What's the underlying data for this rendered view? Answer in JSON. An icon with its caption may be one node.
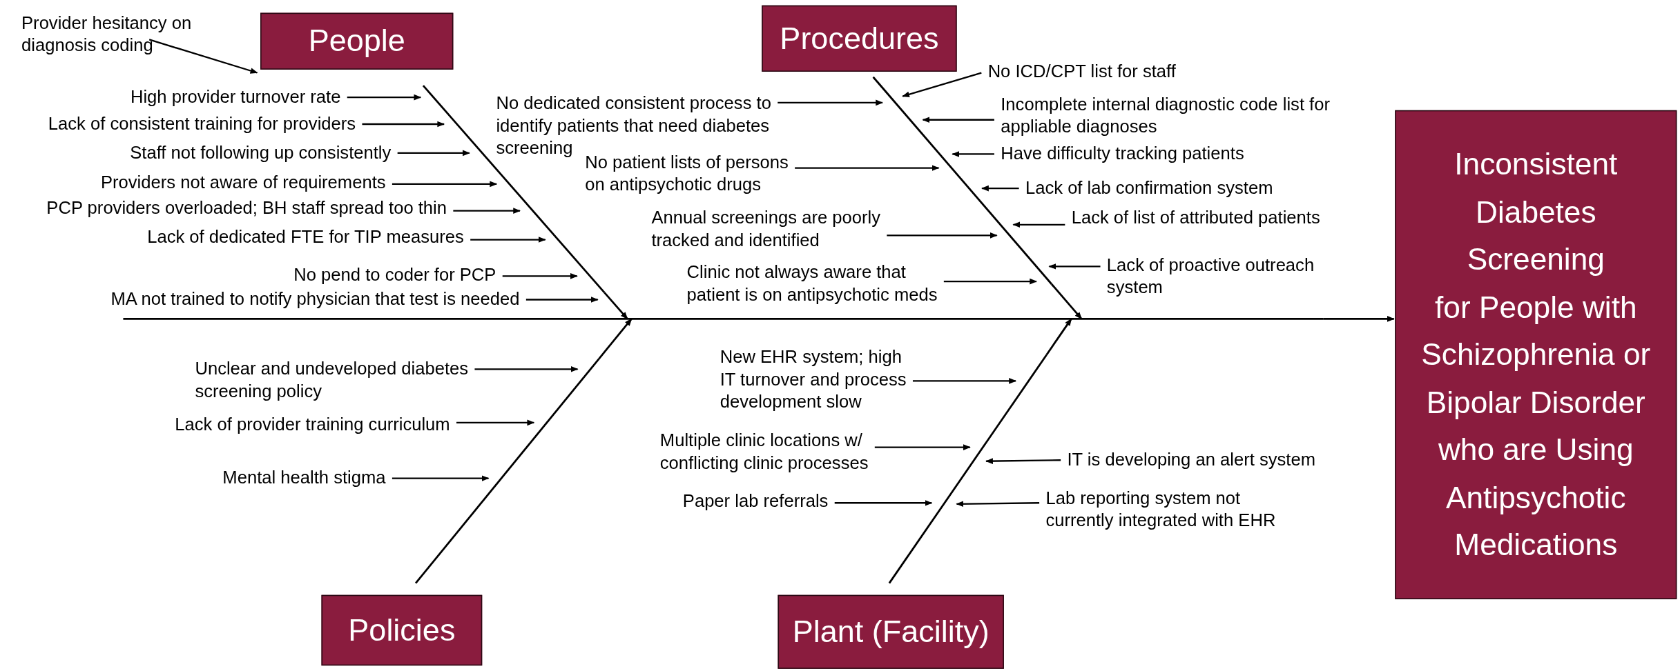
{
  "diagram": {
    "nodes": [
      {
        "text": [
          "People"
        ]
      },
      {
        "text": [
          "Provider hesitancy on diagnosis coding"
        ]
      },
      {
        "text": [
          "High provider turnover rate"
        ]
      },
      {
        "text": [
          "Lack of consistent training for providers"
        ]
      },
      {
        "text": [
          "Staff not following up consistently"
        ]
      },
      {
        "text": [
          "Providers not aware of requirements"
        ]
      },
      {
        "text": [
          "PCP providers overloaded; BH staff spread too thin"
        ]
      },
      {
        "text": [
          "Lack of dedicated FTE for TIP measures"
        ]
      },
      {
        "text": [
          "No pend to coder for PCP"
        ]
      },
      {
        "text": [
          "MA not trained to notify physician that test is needed"
        ]
      },
      {
        "text": [
          "Procedures"
        ]
      },
      {
        "text": [
          "No dedicated consistent process to identify patients that need diabetes screening"
        ]
      },
      {
        "text": [
          "No patient lists of persons on antipsychotic drugs"
        ]
      },
      {
        "text": [
          "Annual screenings are poorly tracked and identified"
        ]
      },
      {
        "text": [
          "Clinic not always aware that patient is on antipsychotic meds"
        ]
      },
      {
        "text": [
          "No ICD/CPT list for staff"
        ]
      },
      {
        "text": [
          "Incomplete internal diagnostic code list for appliable diagnoses"
        ]
      },
      {
        "text": [
          "Have difficulty tracking patients"
        ]
      },
      {
        "text": [
          "Lack of lab confirmation system"
        ]
      },
      {
        "text": [
          "Lack of list of attributed patients"
        ]
      },
      {
        "text": [
          "Lack of proactive outreach system"
        ]
      },
      {
        "text": [
          "Inconsistent Diabetes Screening for People with Schizophrenia or Bipolar Disorder who are Using Antipsychotic Medications"
        ]
      },
      {
        "text": [
          "Policies"
        ]
      },
      {
        "text": [
          "Unclear and undeveloped diabetes screening policy"
        ]
      },
      {
        "text": [
          "Lack of provider training curriculum"
        ]
      },
      {
        "text": [
          "Mental health stigma"
        ]
      },
      {
        "text": [
          "Plant (Facility)"
        ]
      },
      {
        "text": [
          "New EHR system; high IT turnover and process development slow"
        ]
      },
      {
        "text": [
          "Multiple clinic locations w/ conflicting clinic processes"
        ]
      },
      {
        "text": [
          "Paper lab referrals"
        ]
      },
      {
        "text": [
          "IT is developing an alert system"
        ]
      },
      {
        "text": [
          "Lab reporting system not currently integrated with EHR"
        ]
      },
      {
        "text": [],
        "shape": "line"
      },
      {
        "text": [],
        "shape": "line"
      },
      {
        "text": [],
        "shape": "line"
      },
      {
        "text": [],
        "shape": "line"
      },
      {
        "text": [],
        "shape": "line"
      }
    ],
    "edges": [
      {
        "from": 1,
        "to": 0,
        "arrow": "to"
      },
      {
        "from": 2,
        "to": 32,
        "arrow": "to"
      },
      {
        "from": 3,
        "to": 32,
        "arrow": "to"
      },
      {
        "from": 4,
        "to": 32,
        "arrow": "to"
      },
      {
        "from": 5,
        "to": 32,
        "arrow": "to"
      },
      {
        "from": 6,
        "to": 32,
        "arrow": "to"
      },
      {
        "from": 7,
        "to": 32,
        "arrow": "to"
      },
      {
        "from": 8,
        "to": 32,
        "arrow": "to"
      },
      {
        "from": 9,
        "to": 32,
        "arrow": "to"
      },
      {
        "from": 11,
        "to": 33,
        "arrow": "to"
      },
      {
        "from": 12,
        "to": 33,
        "arrow": "to"
      },
      {
        "from": 13,
        "to": 33,
        "arrow": "to"
      },
      {
        "from": 14,
        "to": 33,
        "arrow": "to"
      },
      {
        "from": 15,
        "to": 33,
        "arrow": "to"
      },
      {
        "from": 16,
        "to": 33,
        "arrow": "to"
      },
      {
        "from": 17,
        "to": 33,
        "arrow": "to"
      },
      {
        "from": 18,
        "to": 33,
        "arrow": "to"
      },
      {
        "from": 19,
        "to": 33,
        "arrow": "to"
      },
      {
        "from": 20,
        "to": 33,
        "arrow": "to"
      },
      {
        "from": 36,
        "to": 21,
        "arrow": "to"
      },
      {
        "from": 23,
        "to": 34,
        "arrow": "to"
      },
      {
        "from": 24,
        "to": 34,
        "arrow": "to"
      },
      {
        "from": 25,
        "to": 34,
        "arrow": "to"
      },
      {
        "from": 27,
        "to": 35,
        "arrow": "to"
      },
      {
        "from": 28,
        "to": 35,
        "arrow": "to"
      },
      {
        "from": 29,
        "to": 35,
        "arrow": "to"
      },
      {
        "from": 30,
        "to": 35,
        "arrow": "to"
      },
      {
        "from": 31,
        "to": 35,
        "arrow": "to"
      },
      {
        "from": 32,
        "to": 36,
        "arrow": "to"
      },
      {
        "from": 33,
        "to": 36,
        "arrow": "to"
      },
      {
        "from": 34,
        "to": 36,
        "arrow": "to"
      },
      {
        "from": 35,
        "to": 36,
        "arrow": "to"
      }
    ]
  }
}
